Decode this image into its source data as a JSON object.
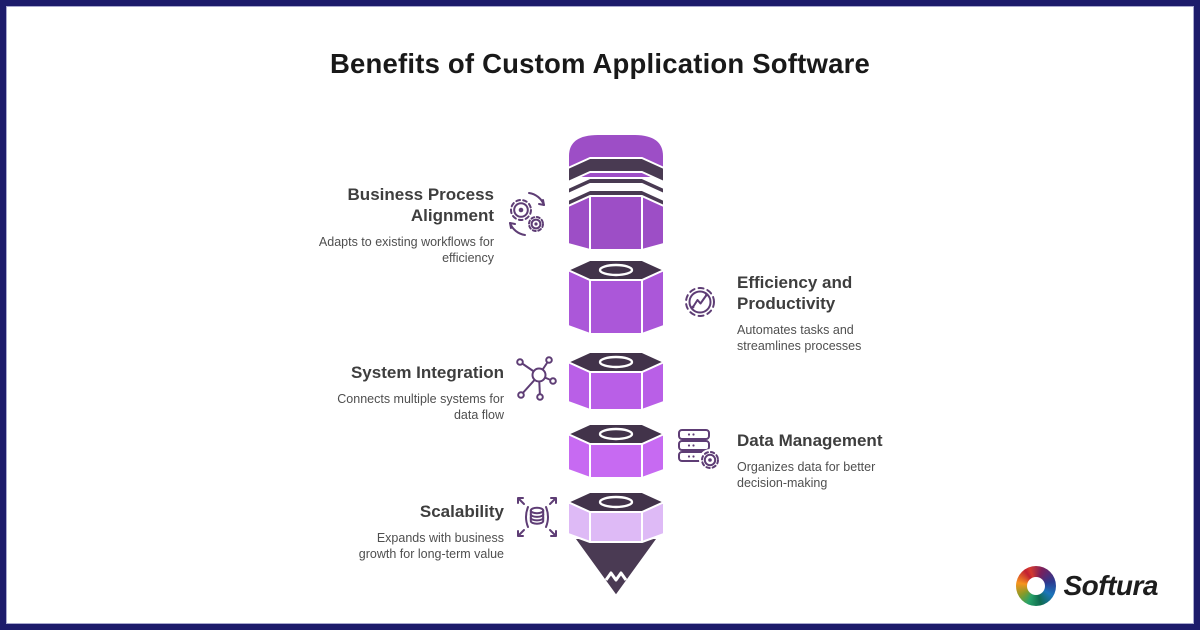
{
  "page": {
    "title": "Benefits of Custom Application Software"
  },
  "benefits": [
    {
      "side": "left",
      "title": "Business Process Alignment",
      "description": "Adapts to existing workflows for efficiency",
      "icon": "process-gears-icon"
    },
    {
      "side": "right",
      "title": "Efficiency and Productivity",
      "description": "Automates tasks and streamlines processes",
      "icon": "gear-chart-icon"
    },
    {
      "side": "left",
      "title": "System Integration",
      "description": "Connects multiple systems for data flow",
      "icon": "network-hub-icon"
    },
    {
      "side": "right",
      "title": "Data Management",
      "description": "Organizes data for better decision-making",
      "icon": "server-gear-icon"
    },
    {
      "side": "left",
      "title": "Scalability",
      "description": "Expands with business growth for long-term value",
      "icon": "database-arrows-icon"
    }
  ],
  "pencil": {
    "eraser_color": "#9d4ec6",
    "ferrule_color": "#493a52",
    "top_face_color": "#42334a",
    "tip_color": "#4a3a53",
    "segment_colors": [
      "#9d4ec6",
      "#ab57d9",
      "#b95fe7",
      "#c76af2",
      "#debaf6"
    ]
  },
  "colors": {
    "border": "#1d1b6b",
    "background": "#ffffff",
    "title_text": "#191919",
    "heading_text": "#3e3e3e",
    "body_text": "#4f4f4f",
    "icon_stroke": "#5e3d75",
    "brand_text": "#1d1d1d"
  },
  "footer": {
    "brand": "Softura"
  }
}
